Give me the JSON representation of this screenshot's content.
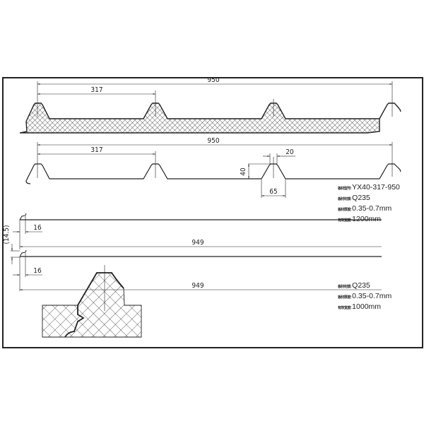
{
  "dimensions": {
    "sandwich_total_width": "950",
    "sandwich_rib_pitch": "317",
    "profile_total_width": "950",
    "profile_rib_pitch": "317",
    "rib_height": "40",
    "rib_top_width": "20",
    "rib_base_width": "65",
    "flat_panel_1_edge": "16",
    "flat_panel_1_width": "949",
    "flat_panel_gap": "(14.5)",
    "flat_panel_2_edge": "16",
    "flat_panel_2_width": "949"
  },
  "spec_roof": [
    {
      "key": "板材型号:",
      "value": "YX40-317-950"
    },
    {
      "key": "板材材质:",
      "value": "Q235"
    },
    {
      "key": "板材厚度:",
      "value": "0.35-0.7mm"
    },
    {
      "key": "有效宽度:",
      "value": "1200mm"
    }
  ],
  "spec_flat": [
    {
      "key": "板材材质:",
      "value": "Q235"
    },
    {
      "key": "板材厚度:",
      "value": "0.35-0.7mm"
    },
    {
      "key": "有效宽度:",
      "value": "1000mm"
    }
  ],
  "colors": {
    "line": "#222222",
    "background": "#ffffff"
  }
}
